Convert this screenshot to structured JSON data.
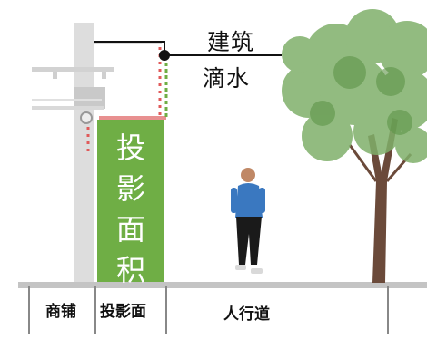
{
  "labels": {
    "drip_line1": "建筑",
    "drip_line2": "滴水",
    "projection_area": [
      "投",
      "影",
      "面",
      "积"
    ],
    "shop": "商铺",
    "projection_ground": "投影面",
    "sidewalk": "人行道"
  },
  "colors": {
    "projection_green": "#6fae45",
    "building_gray": "#d6d6d6",
    "drip_red": "#e05a5a",
    "tree_foliage": "#7fb06a",
    "trunk_brown": "#6b4a3a",
    "shirt_blue": "#3a78c0",
    "ground_line": "#bdbdbd"
  }
}
